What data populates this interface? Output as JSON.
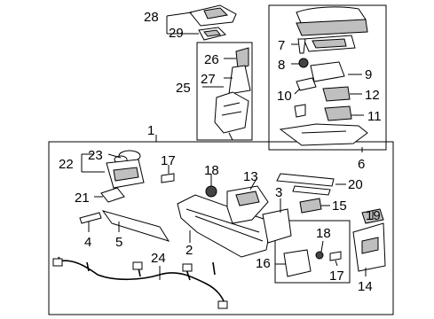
{
  "callouts": {
    "c1": "1",
    "c2": "2",
    "c3": "3",
    "c4": "4",
    "c5": "5",
    "c6": "6",
    "c7": "7",
    "c8": "8",
    "c9": "9",
    "c10": "10",
    "c11": "11",
    "c12": "12",
    "c13": "13",
    "c14": "14",
    "c15": "15",
    "c16": "16",
    "c17a": "17",
    "c17b": "17",
    "c18a": "18",
    "c18b": "18",
    "c19": "19",
    "c20": "20",
    "c21": "21",
    "c22": "22",
    "c23": "23",
    "c24": "24",
    "c25": "25",
    "c26": "26",
    "c27": "27",
    "c28": "28",
    "c29": "29"
  }
}
